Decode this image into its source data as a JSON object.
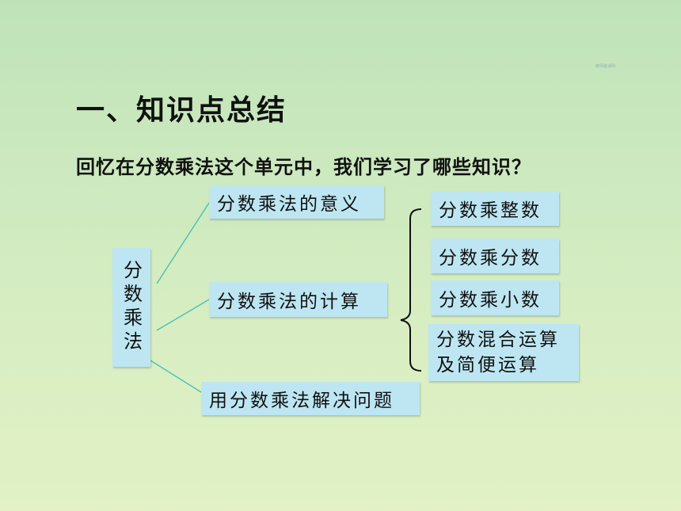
{
  "title": "一、知识点总结",
  "question": "回忆在分数乘法这个单元中，我们学习了哪些知识？",
  "watermark": "教师备课网",
  "root": "分数乘法",
  "branches": {
    "meaning": "分数乘法的意义",
    "calculation": "分数乘法的计算",
    "solve": "用分数乘法解决问题"
  },
  "calc_items": {
    "by_integer": "分数乘整数",
    "by_fraction": "分数乘分数",
    "by_decimal": "分数乘小数",
    "mixed_line1": "分数混合运算",
    "mixed_line2": "及简便运算"
  },
  "colors": {
    "box_fill": "#bde6f2",
    "connector": "#4fc3b4",
    "brace": "#111111"
  }
}
